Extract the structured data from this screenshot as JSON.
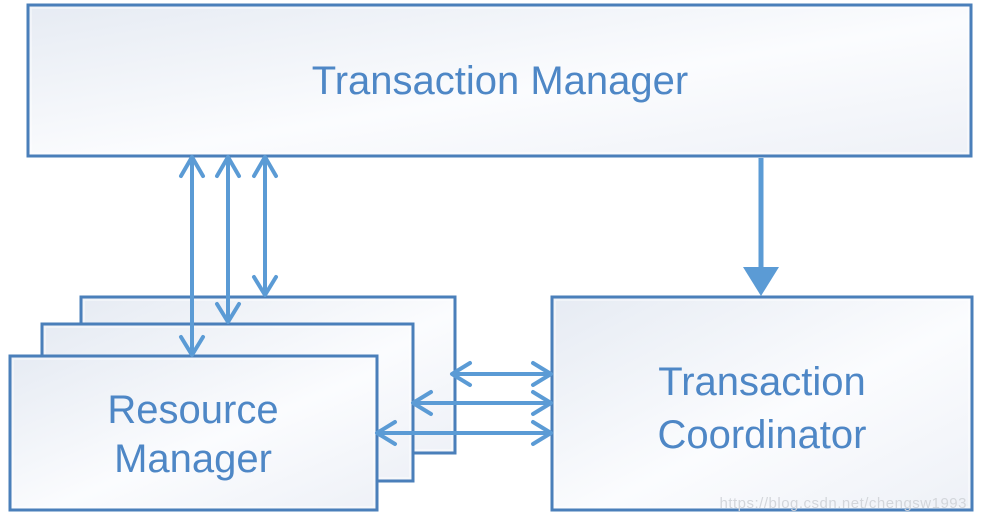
{
  "colors": {
    "border": "#4a7fba",
    "arrow": "#5b9bd5",
    "label": "#4e87c6",
    "box_fill_light": "#e6ebf3",
    "box_fill_white": "#fbfcfe",
    "watermark": "#d2d5da",
    "background": "#ffffff"
  },
  "diagram": {
    "transaction_manager": {
      "label": "Transaction Manager"
    },
    "resource_manager": {
      "label": "Resource Manager",
      "line1": "Resource",
      "line2": "Manager",
      "stack_count": 3
    },
    "transaction_coordinator": {
      "label": "Transaction Coordinator",
      "line1": "Transaction",
      "line2": "Coordinator"
    },
    "connections": [
      {
        "from": "Transaction Manager",
        "to": "Resource Manager (front)",
        "type": "bidirectional"
      },
      {
        "from": "Transaction Manager",
        "to": "Resource Manager (middle)",
        "type": "bidirectional"
      },
      {
        "from": "Transaction Manager",
        "to": "Resource Manager (back)",
        "type": "bidirectional"
      },
      {
        "from": "Transaction Manager",
        "to": "Transaction Coordinator",
        "type": "directed-solid-head"
      },
      {
        "from": "Resource Manager (back)",
        "to": "Transaction Coordinator",
        "type": "bidirectional"
      },
      {
        "from": "Resource Manager (middle)",
        "to": "Transaction Coordinator",
        "type": "bidirectional"
      },
      {
        "from": "Resource Manager (front)",
        "to": "Transaction Coordinator",
        "type": "bidirectional"
      }
    ]
  },
  "watermark": {
    "text": "https://blog.csdn.net/chengsw1993"
  }
}
